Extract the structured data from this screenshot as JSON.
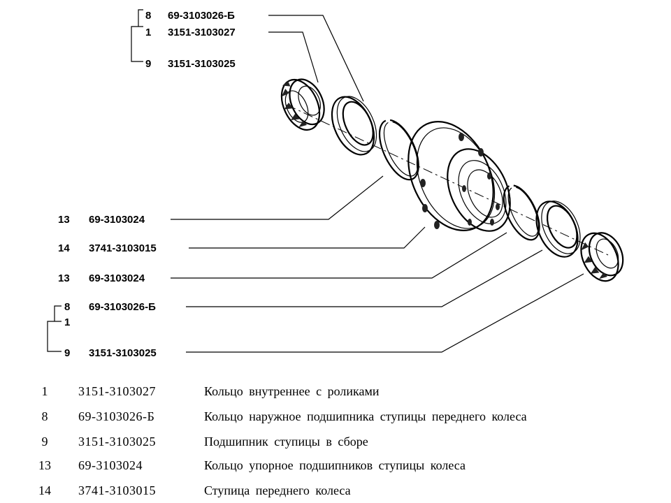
{
  "callouts": {
    "top_8_num": "8",
    "top_8_code": "69-3103026-Б",
    "top_1_num": "1",
    "top_1_code": "3151-3103027",
    "top_9_num": "9",
    "top_9_code": "3151-3103025",
    "l13a_num": "13",
    "l13a_code": "69-3103024",
    "l14_num": "14",
    "l14_code": "3741-3103015",
    "l13b_num": "13",
    "l13b_code": "69-3103024",
    "b8_num": "8",
    "b8_code": "69-3103026-Б",
    "b1_num": "1",
    "b9_num": "9",
    "b9_code": "3151-3103025"
  },
  "legend": [
    {
      "num": "1",
      "code": "3151-3103027",
      "desc": "Кольцо внутреннее с роликами"
    },
    {
      "num": "8",
      "code": "69-3103026-Б",
      "desc": "Кольцо наружное подшипника ступицы переднего колеса"
    },
    {
      "num": "9",
      "code": "3151-3103025",
      "desc": "Подшипник ступицы в сборе"
    },
    {
      "num": "13",
      "code": "69-3103024",
      "desc": "Кольцо упорное подшипников ступицы колеса"
    },
    {
      "num": "14",
      "code": "3741-3103015",
      "desc": "Ступица переднего колеса"
    }
  ]
}
